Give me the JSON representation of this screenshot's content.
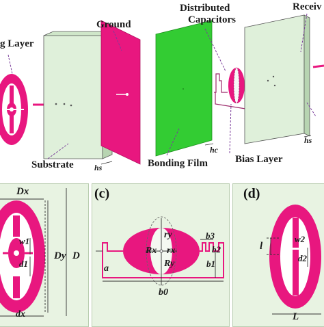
{
  "colors": {
    "magenta": "#e8177f",
    "green": "#33cc33",
    "panel_bg": "#e8f3e2",
    "substrate": "#dff0da",
    "dash": "#7a3c9a"
  },
  "top": {
    "layer_label": "g Layer",
    "substrate_label": "Substrate",
    "ground_label": "Ground",
    "bonding_label": "Bonding Film",
    "dc_label_1": "Distributed",
    "dc_label_2": "Capacitors",
    "bias_label": "Bias Layer",
    "receiver_label": "Receiv",
    "hs_left": "hs",
    "hc": "hc",
    "hs_right": "hs"
  },
  "panel_b": {
    "dx": "Dx",
    "dy": "Dy",
    "d_big": "D",
    "w1": "w1",
    "d1": "d1",
    "dx_bottom": "dx"
  },
  "panel_c": {
    "label": "(c)",
    "ry": "ry",
    "rx_big": "Rx",
    "rx_small": "rx",
    "ry_big": "Ry",
    "b3": "b3",
    "b2": "b2",
    "b1": "b1",
    "b0": "b0",
    "a": "a"
  },
  "panel_d": {
    "label": "(d)",
    "l": "l",
    "w2": "w2",
    "d2": "d2",
    "L": "L"
  }
}
